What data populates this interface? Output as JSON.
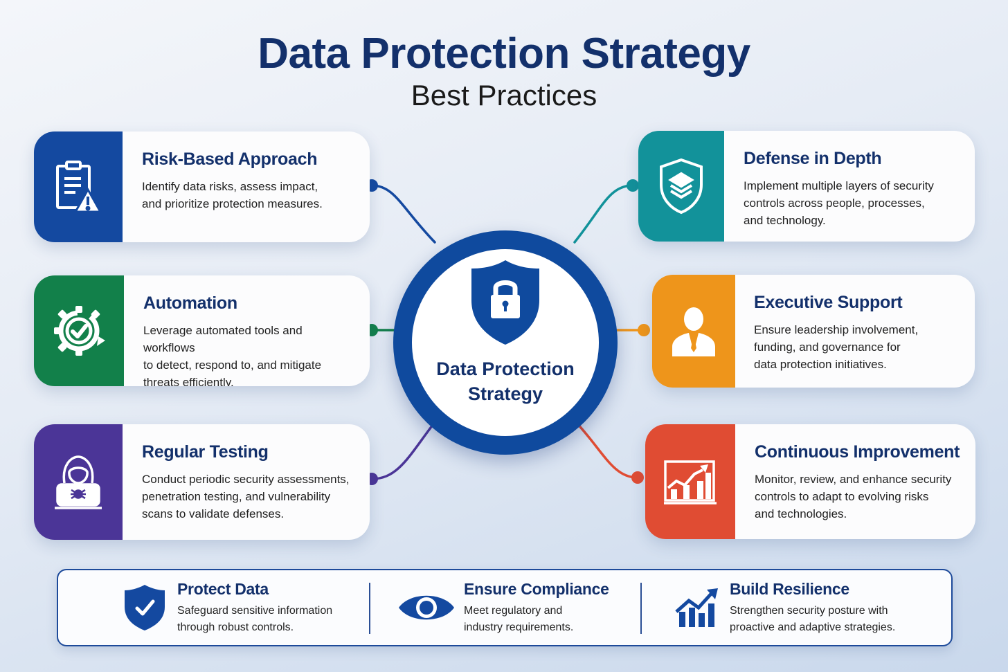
{
  "header": {
    "title": "Data Protection Strategy",
    "subtitle": "Best Practices"
  },
  "hub": {
    "label": "Data Protection\nStrategy",
    "icon": "shield-lock-icon",
    "color": "#0f4a9e"
  },
  "cards": [
    {
      "title": "Risk-Based Approach",
      "description": "Identify data risks, assess impact,\nand prioritize protection measures.",
      "icon": "clipboard-warning-icon",
      "color": "#1449a0"
    },
    {
      "title": "Automation",
      "description": "Leverage automated tools and workflows\nto detect, respond to, and mitigate\nthreats efficiently.",
      "icon": "gear-check-icon",
      "color": "#12804a"
    },
    {
      "title": "Regular Testing",
      "description": "Conduct periodic security assessments,\npenetration testing, and vulnerability\nscans to validate defenses.",
      "icon": "hacker-bug-icon",
      "color": "#4b3597"
    },
    {
      "title": "Defense in Depth",
      "description": "Implement multiple layers of security\ncontrols across people, processes,\nand technology.",
      "icon": "shield-layers-icon",
      "color": "#12929a"
    },
    {
      "title": "Executive Support",
      "description": "Ensure leadership involvement,\nfunding, and governance for\ndata protection initiatives.",
      "icon": "executive-person-icon",
      "color": "#ee951b"
    },
    {
      "title": "Continuous Improvement",
      "description": "Monitor, review, and enhance security\ncontrols to adapt to evolving risks\nand technologies.",
      "icon": "growth-chart-icon",
      "color": "#e04c33"
    }
  ],
  "summary": [
    {
      "title": "Protect Data",
      "description": "Safeguard sensitive information\nthrough robust controls.",
      "icon": "shield-check-icon"
    },
    {
      "title": "Ensure Compliance",
      "description": "Meet regulatory and\nindustry requirements.",
      "icon": "eye-icon"
    },
    {
      "title": "Build Resilience",
      "description": "Strengthen security posture with\nproactive and adaptive strategies.",
      "icon": "trend-up-chart-icon"
    }
  ]
}
